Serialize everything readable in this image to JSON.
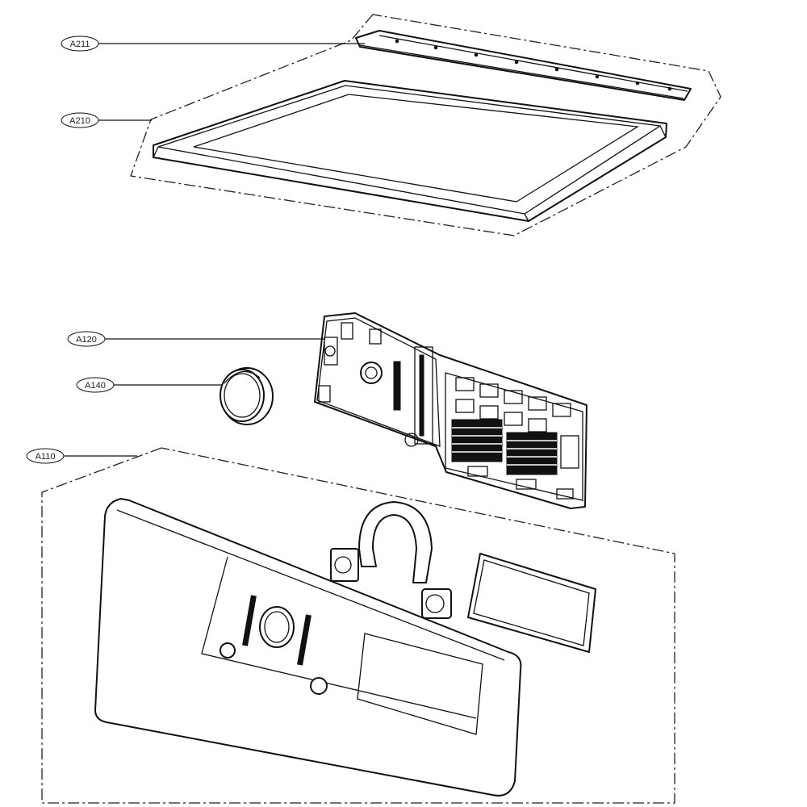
{
  "callouts": [
    {
      "id": "a211",
      "label": "A211"
    },
    {
      "id": "a210",
      "label": "A210"
    },
    {
      "id": "a120",
      "label": "A120"
    },
    {
      "id": "a140",
      "label": "A140"
    },
    {
      "id": "a110",
      "label": "A110"
    }
  ],
  "colors": {
    "line": "#111111",
    "background": "#ffffff"
  }
}
